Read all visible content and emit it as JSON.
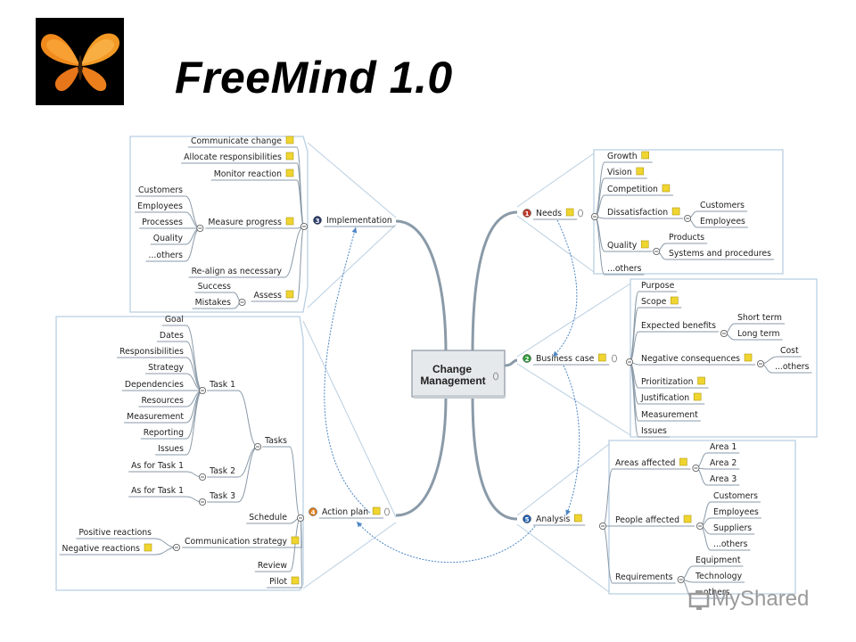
{
  "title": "FreeMind 1.0",
  "watermark": "MyShared",
  "colors": {
    "edge": "#8a9aa8",
    "bubble": "#b9cfe2",
    "arrow": "#4c86c3",
    "note": "#f0d530",
    "center_fill": "#e6e9ec"
  },
  "center": {
    "label_line1": "Change",
    "label_line2": "Management"
  },
  "branches": {
    "implementation": {
      "label": "Implementation",
      "children": [
        "Communicate change",
        "Allocate responsibilities",
        "Monitor reaction",
        "Measure progress",
        "Re-align as necessary",
        "Assess"
      ],
      "measure_progress": [
        "Customers",
        "Employees",
        "Processes",
        "Quality",
        "...others"
      ],
      "assess": [
        "Success",
        "Mistakes"
      ]
    },
    "action_plan": {
      "label": "Action plan",
      "children": [
        "Tasks",
        "Schedule",
        "Communication strategy",
        "Review",
        "Pilot"
      ],
      "tasks": [
        "Task 1",
        "Task 2",
        "Task 3"
      ],
      "task1": [
        "Goal",
        "Dates",
        "Responsibilities",
        "Strategy",
        "Dependencies",
        "Resources",
        "Measurement",
        "Reporting",
        "Issues"
      ],
      "task2": [
        "As for Task 1"
      ],
      "task3": [
        "As for Task 1"
      ],
      "communication": [
        "Positive reactions",
        "Negative reactions"
      ]
    },
    "needs": {
      "label": "Needs",
      "children": [
        "Growth",
        "Vision",
        "Competition",
        "Dissatisfaction",
        "Quality",
        "...others"
      ],
      "dissatisfaction": [
        "Customers",
        "Employees"
      ],
      "quality": [
        "Products",
        "Systems and procedures"
      ]
    },
    "business_case": {
      "label": "Business case",
      "children": [
        "Purpose",
        "Scope",
        "Expected benefits",
        "Negative consequences",
        "Prioritization",
        "Justification",
        "Measurement",
        "Issues"
      ],
      "expected_benefits": [
        "Short term",
        "Long term"
      ],
      "negative_consequences": [
        "Cost",
        "...others"
      ]
    },
    "analysis": {
      "label": "Analysis",
      "children": [
        "Areas affected",
        "People affected",
        "Requirements"
      ],
      "areas": [
        "Area 1",
        "Area 2",
        "Area 3"
      ],
      "people": [
        "Customers",
        "Employees",
        "Suppliers",
        "...others"
      ],
      "requirements": [
        "Equipment",
        "Technology",
        "...others"
      ]
    }
  }
}
